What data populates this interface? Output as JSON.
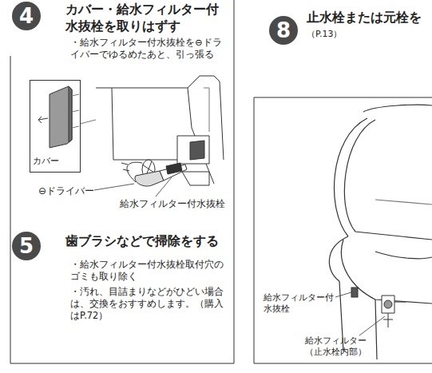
{
  "diagram": {
    "nodes": [
      {
        "text": [
          "4"
        ]
      },
      {
        "text": [
          "5"
        ]
      },
      {
        "text": [
          "8"
        ]
      },
      {
        "text": [
          "カバー"
        ]
      }
    ],
    "labels": [
      "カバー・給水フィルター付水抜栓を取りはずす",
      "・給水フィルター付水抜栓を⊖ドライバーでゆるめたあと、引っ張る",
      "⊖ドライバー",
      "給水フィルター付水抜栓",
      "歯ブラシなどで掃除をする",
      "・給水フィルター付水抜栓取付穴のゴミも取り除く",
      "・汚れ、目詰まりなどがひどい場合は、交換をおすすめします。（購入はP.72）",
      "止水栓または元栓を",
      "（P.13）",
      "給水フィルター付水抜栓",
      "給水フィルター（止水栓内部）"
    ]
  }
}
